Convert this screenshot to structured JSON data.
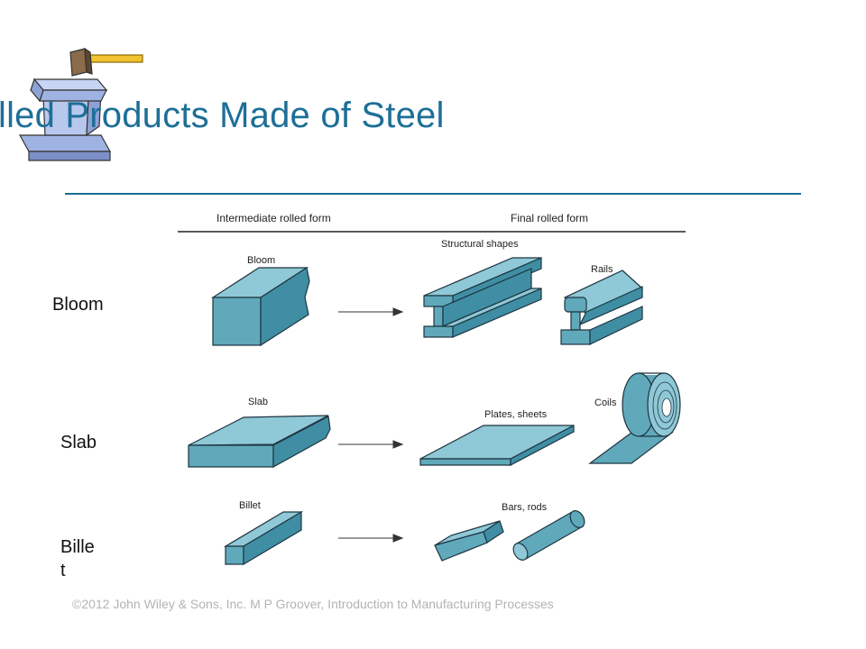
{
  "slide": {
    "title": "lled Products Made of Steel",
    "footer": "©2012 John Wiley & Sons, Inc.  M P Groover, Introduction to Manufacturing Processes"
  },
  "left_labels": {
    "bloom": "Bloom",
    "slab": "Slab",
    "billet_line1": "Bille",
    "billet_line2": "t"
  },
  "figure": {
    "header_intermediate": "Intermediate rolled form",
    "header_final": "Final rolled form",
    "bloom": "Bloom",
    "structural_shapes": "Structural shapes",
    "rails": "Rails",
    "slab": "Slab",
    "plates_sheets": "Plates, sheets",
    "coils": "Coils",
    "billet": "Billet",
    "bars_rods": "Bars, rods"
  },
  "colors": {
    "title": "#1d6f97",
    "steel_face": "#5fa9bb",
    "steel_top": "#8fc8d6",
    "steel_side": "#3f8ea3",
    "outline": "#1e3440"
  }
}
